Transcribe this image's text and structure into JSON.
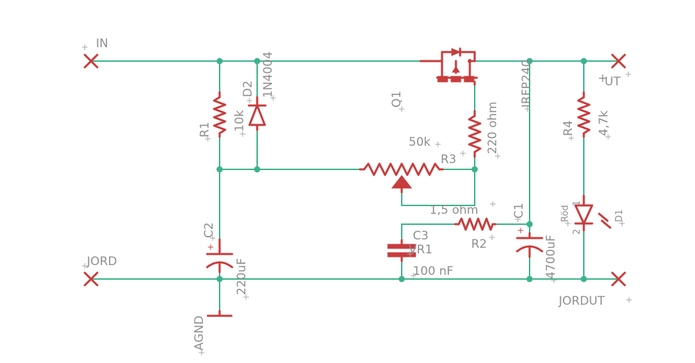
{
  "ports": {
    "in": "IN",
    "ut": "UT",
    "jord": "JORD",
    "jordut": "JORDUT",
    "agnd": "AGND"
  },
  "components": {
    "r1_name": "R1",
    "r1_value": "10k",
    "d2_name": "D2",
    "d2_value": "1N4004",
    "q1_name": "Q1",
    "q1_value": "IRFP240",
    "r3_name": "R3",
    "r3_value": "220 ohm",
    "vr1_name": "VR1",
    "vr1_value": "50k",
    "r2_name": "R2",
    "r2_value": "1,5 ohm",
    "c1_name": "C1",
    "c1_value": "4700uF",
    "c2_name": "C2",
    "c2_value": "220uF",
    "c3_name": "C3",
    "c3_value": "100 nF",
    "r4_name": "R4",
    "r4_value": "4,7k",
    "d1_name": "D1",
    "d1_value": "Röd",
    "d1_pin1": "1",
    "d1_pin2": "2"
  },
  "colors": {
    "wire": "#3cb38a",
    "component": "#c83c3c",
    "label": "#8f8f8f"
  }
}
